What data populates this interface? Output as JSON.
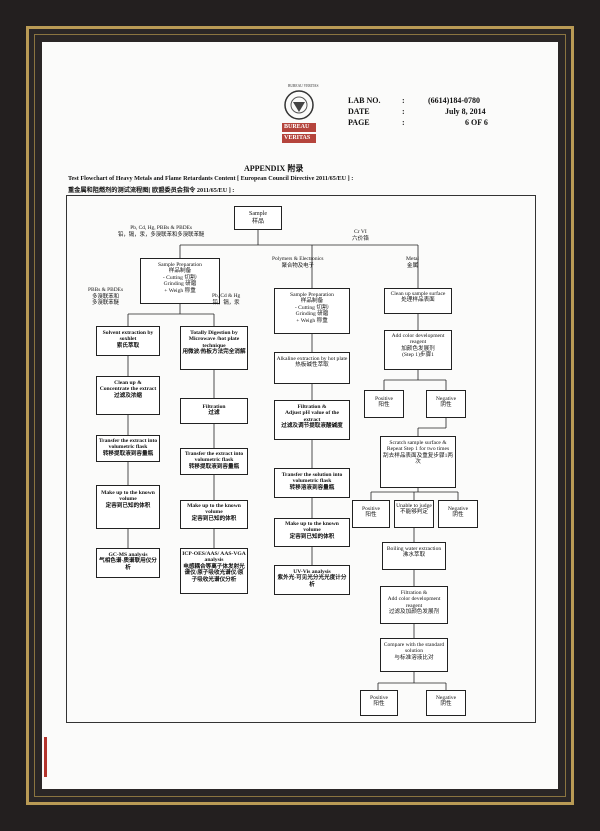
{
  "header": {
    "logo_top": "BUREAU VERITAS",
    "logo_mid": "BUREAU",
    "logo_bottom": "VERITAS",
    "lab_no_label": "LAB NO.",
    "lab_no_value": "(6614)184-0780",
    "date_label": "DATE",
    "date_value": "July 8, 2014",
    "page_label": "PAGE",
    "page_value": "6 OF 6",
    "colon": ":"
  },
  "title": {
    "appendix": "APPENDIX 附录",
    "line1": "Test Flowchart of Heavy Metals and Flame Retardants Content [ European Council Directive 2011/65/EU ] :",
    "line2": "重金属和阻燃剂的测试流程图[ 欧盟委员会指令 2011/65/EU ] :"
  },
  "flow": {
    "sample": "Sample\n样品",
    "branch_top": "Pb, Cd, Hg, PBBs & PBDEs\n铅，镉，汞，多溴联苯和多溴联苯醚",
    "cr_vi": "Cr VI\n六价铬",
    "polymers": "Polymers & Electronics\n聚合物及电子",
    "metal": "Metal\n金属",
    "prep_left": "Sample Preparation\n样品制备\n- Cutting 切割/\nGrinding 研磨\n+ Weigh 称重",
    "pbbs_label": "PBBs & PBDEs\n多溴联苯和\n多溴联苯醚",
    "pb_label": "Pb, Cd & Hg\n铅，镉，汞",
    "solvent": "Solvent extraction by soxhlet\n索氏萃取",
    "cleanup": "Clean up &\nConcentrate the extract\n过滤及浓缩",
    "transfer_l": "Transfer the extract into volumetric flask\n转移提取液到容量瓶",
    "makeup_l": "Make up to the known volume\n定容到已知的体积",
    "gcms": "GC-MS analysis\n气相色谱-质谱联用仪分析",
    "digestion": "Totally Digestion by Microwave /hot plate technique\n用微波/热板方法完全消解",
    "filtration_m": "Filtration\n过滤",
    "transfer_m": "Transfer the extract into volumetric flask\n转移提取液到容量瓶",
    "makeup_m": "Make up to the known volume\n定容到已知的体积",
    "icp": "ICP-OES/AAS/ AAS-VGA analysis\n电感耦合等离子体发射光谱仪/原子吸收光谱仪/原子吸收光谱仪分析",
    "prep_poly": "Sample Preparation\n样品制备\n- Cutting 切割/\nGrinding 研磨\n+ Weigh 称重",
    "alkaline": "Alkaline extraction by hot plate\n热板碱性萃取",
    "filtration_ph": "Filtration &\nAdjust pH value of the extract\n过滤及调节提取液酸碱度",
    "transfer_sol": "Transfer the solution into volumetric flask\n转移溶液到容量瓶",
    "makeup_p": "Make up to the known volume\n定容到已知的体积",
    "uvvis": "UV-Vis analysis\n紫外光-可见光分光光度计分析",
    "cleanup_metal": "Clean up sample surface\n处理样品表面",
    "add_color": "Add color development reagent\n加颜色发展剂\n(Step 1)步骤1",
    "positive1": "Positive\n阳性",
    "negative1": "Negative\n阴性",
    "scratch": "Scratch sample surface & Repeat Step 1 for two times\n刮去样品表面及重复步骤1两次",
    "positive2": "Positive\n阳性",
    "unable": "Unable to judge\n不能够判定",
    "negative2": "Negative\n阴性",
    "boiling": "Boiling water extraction\n沸水萃取",
    "filtration_color": "Filtration &\nAdd color development reagent\n过滤及加颜色发展剂",
    "compare": "Compare with the standard solution\n与标准溶液比对",
    "positive3": "Positive\n阳性",
    "negative3": "Negative\n阴性"
  }
}
